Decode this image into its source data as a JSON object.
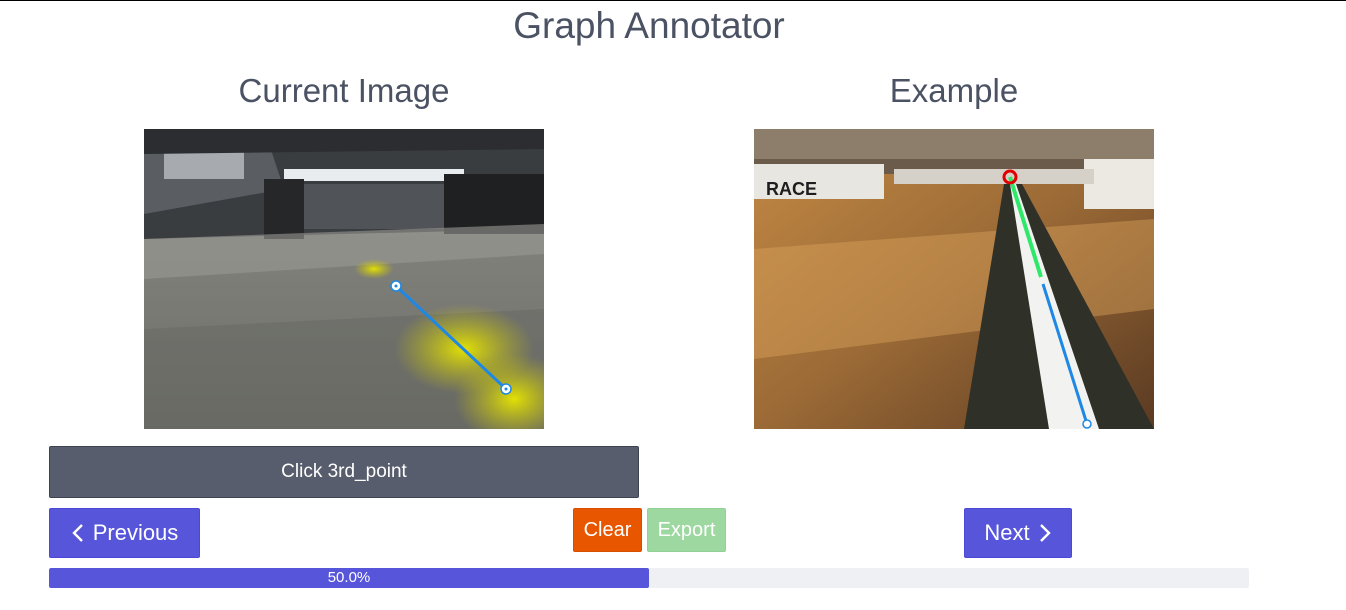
{
  "app": {
    "title": "Graph Annotator"
  },
  "current_panel": {
    "title": "Current Image"
  },
  "example_panel": {
    "title": "Example",
    "logo_text": "RACE"
  },
  "instruction": {
    "text": "Click 3rd_point"
  },
  "buttons": {
    "previous": "Previous",
    "clear": "Clear",
    "export": "Export",
    "next": "Next"
  },
  "progress": {
    "fraction": 0.5,
    "label": "50.0%"
  },
  "colors": {
    "accent": "#5755d9",
    "clear": "#e85600",
    "export_disabled": "#9cd8a0",
    "annotation_line": "#1e88e5",
    "example_green_line": "#2ee86a",
    "example_start_point": "#e00000"
  }
}
